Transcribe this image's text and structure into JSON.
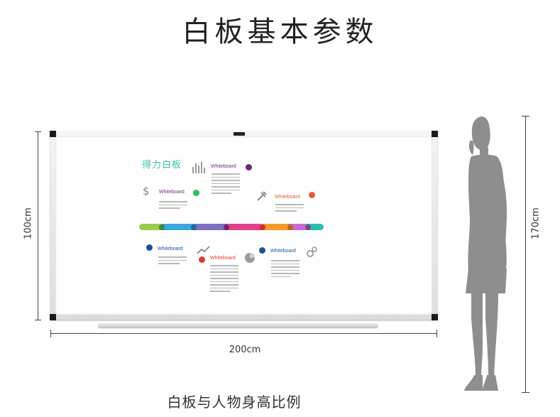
{
  "title": "白板基本参数",
  "caption": "白板与人物身高比例",
  "dimensions": {
    "board_height": "100cm",
    "board_width": "200cm",
    "person_height": "170cm"
  },
  "board": {
    "brand": "得力白板",
    "labels": {
      "top_center": "Whiteboard",
      "left": "Whiteboard",
      "right": "Whiteboard",
      "bottom_left": "Whiteboard",
      "bottom_center": "Whiteboard",
      "bottom_right": "Whiteboard"
    },
    "label_colors": {
      "top_center": "#6a2a7a",
      "left": "#6a2a7a",
      "right": "#e06030",
      "bottom_left": "#1f4f99",
      "bottom_center": "#e0392b",
      "bottom_right": "#1f4f99"
    },
    "timeline_colors": [
      "#9acb4a",
      "#3aa7dc",
      "#7f6fbd",
      "#e0408a",
      "#f59a2a",
      "#c86ad6",
      "#2cbfa8"
    ],
    "icons": [
      "bar-chart-icon",
      "dollar-icon",
      "tools-icon",
      "trend-icon",
      "pie-chart-icon",
      "gears-icon"
    ]
  },
  "colors": {
    "silhouette": "#8e8e8e",
    "frame": "#d9d9d9",
    "brand_text": "#3bbfb0"
  }
}
